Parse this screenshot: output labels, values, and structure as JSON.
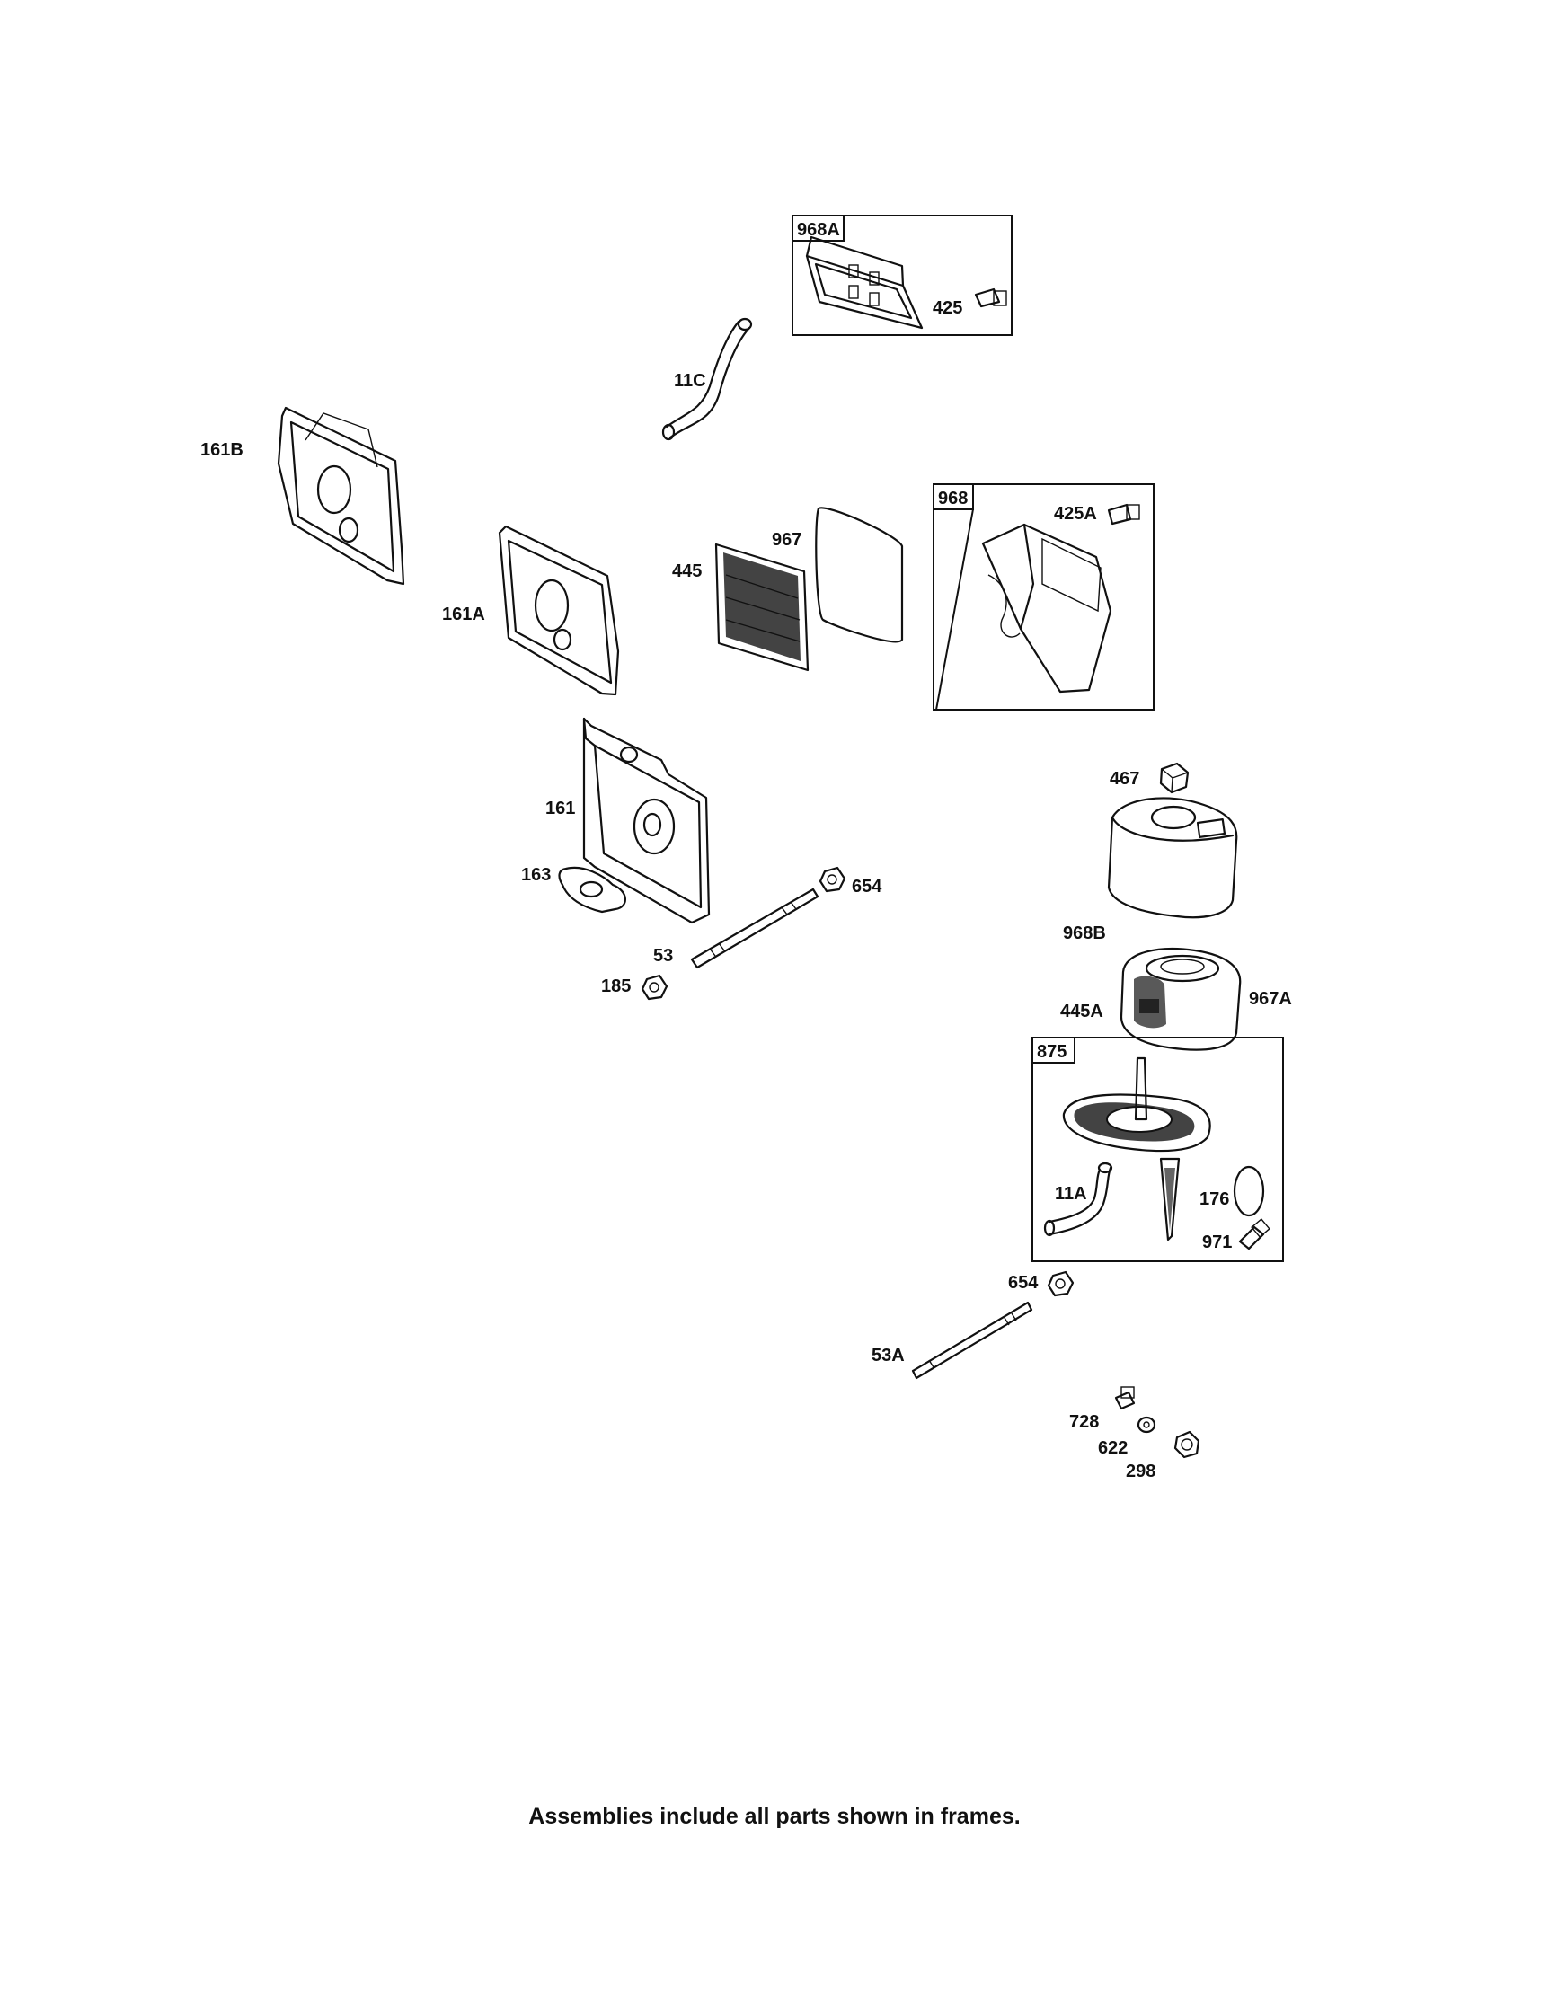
{
  "caption": "Assemblies include all parts shown in frames.",
  "frames": {
    "f968A": "968A",
    "f968": "968",
    "f875": "875"
  },
  "labels": {
    "p11C": "11C",
    "p425": "425",
    "p161B": "161B",
    "p425A": "425A",
    "p967": "967",
    "p445": "445",
    "p161A": "161A",
    "p467": "467",
    "p161": "161",
    "p163": "163",
    "p654a": "654",
    "p968B": "968B",
    "p53": "53",
    "p185": "185",
    "p967A": "967A",
    "p445A": "445A",
    "p11A": "11A",
    "p176": "176",
    "p971": "971",
    "p654b": "654",
    "p53A": "53A",
    "p728": "728",
    "p622": "622",
    "p298": "298"
  }
}
